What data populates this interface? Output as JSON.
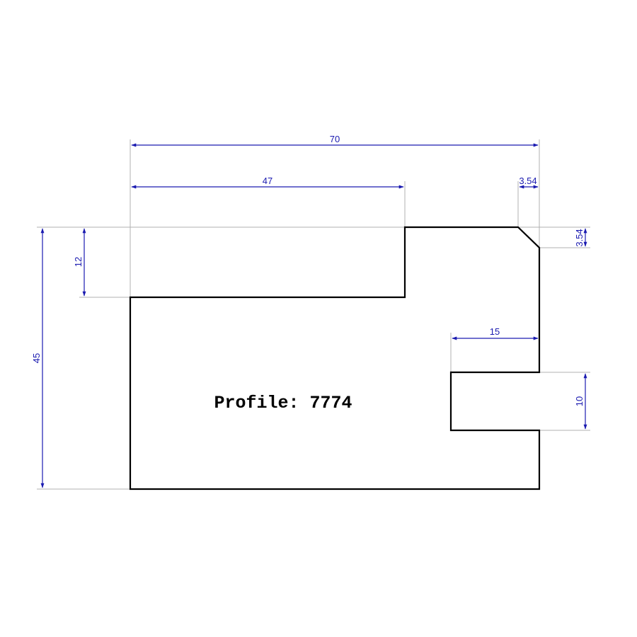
{
  "title": "Profile: 7774",
  "dimensions": {
    "overall_width": "70",
    "upper_width": "47",
    "chamfer_horizontal": "3.54",
    "chamfer_vertical": "3.54",
    "step_height": "12",
    "overall_height": "45",
    "rebate_depth": "15",
    "rebate_height": "10"
  },
  "colors": {
    "outline": "#000000",
    "dimension": "#1a1ab0",
    "extension": "#b0b0b0",
    "background": "#ffffff"
  }
}
